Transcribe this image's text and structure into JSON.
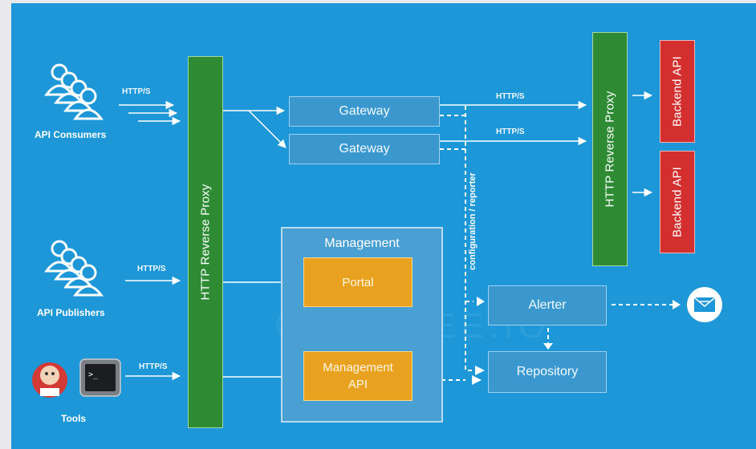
{
  "actors": {
    "consumers": "API Consumers",
    "publishers": "API Publishers",
    "tools": "Tools"
  },
  "protocols": {
    "consumers": "HTTP/S",
    "publishers": "HTTP/S",
    "tools": "HTTP/S",
    "gateway_top": "HTTP/S",
    "gateway_bottom": "HTTP/S"
  },
  "proxy_left": "HTTP Reverse Proxy",
  "proxy_right": "HTTP Reverse Proxy",
  "gateways": [
    "Gateway",
    "Gateway"
  ],
  "backends": [
    "Backend API",
    "Backend API"
  ],
  "management": {
    "title": "Management",
    "portal": "Portal",
    "api_line1": "Management",
    "api_line2": "API"
  },
  "alerter": "Alerter",
  "repository": "Repository",
  "config_label": "configuration / reporter",
  "watermark": "GRAVITEE.IO",
  "colors": {
    "background": "#1d97d8",
    "proxy": "#2e8b34",
    "backend": "#d32f2f",
    "management_component": "#e9a21f"
  }
}
